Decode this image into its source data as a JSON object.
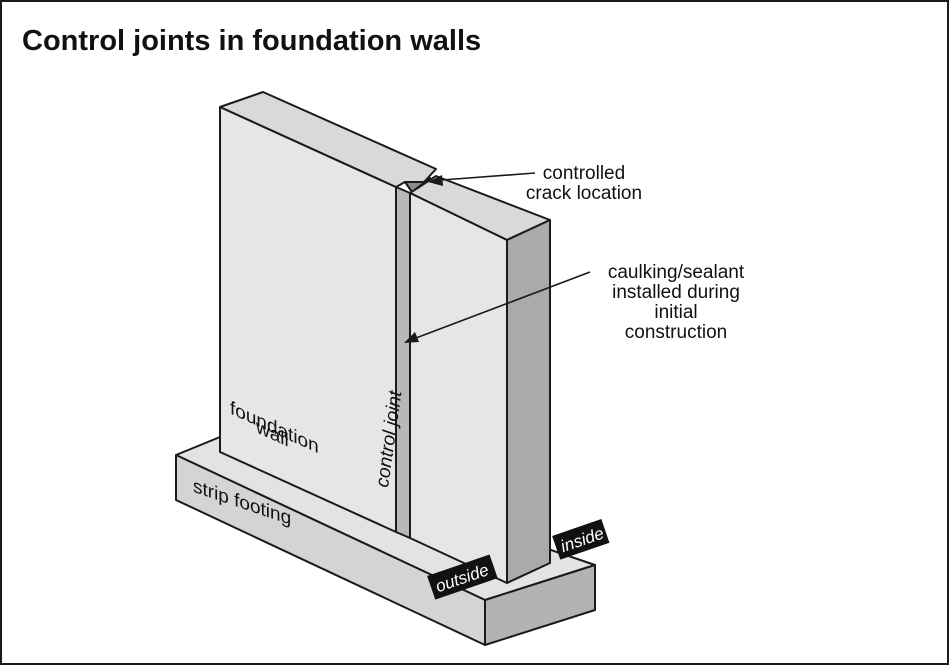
{
  "title": "Control joints in foundation walls",
  "labels": {
    "controlled_crack_1": "controlled",
    "controlled_crack_2": "crack location",
    "caulking_1": "caulking/sealant",
    "caulking_2": "installed during",
    "caulking_3": "initial",
    "caulking_4": "construction",
    "foundation_1": "foundation",
    "foundation_2": "wall",
    "control_joint": "control joint",
    "strip_footing": "strip footing",
    "outside": "outside",
    "inside": "inside"
  },
  "colors": {
    "wall_face": "#e6e6e6",
    "wall_top": "#d9d9d9",
    "wall_side": "#aaaaaa",
    "joint": "#b8b8b8",
    "outline": "#1a1a1a",
    "tag_bg": "#111111"
  }
}
